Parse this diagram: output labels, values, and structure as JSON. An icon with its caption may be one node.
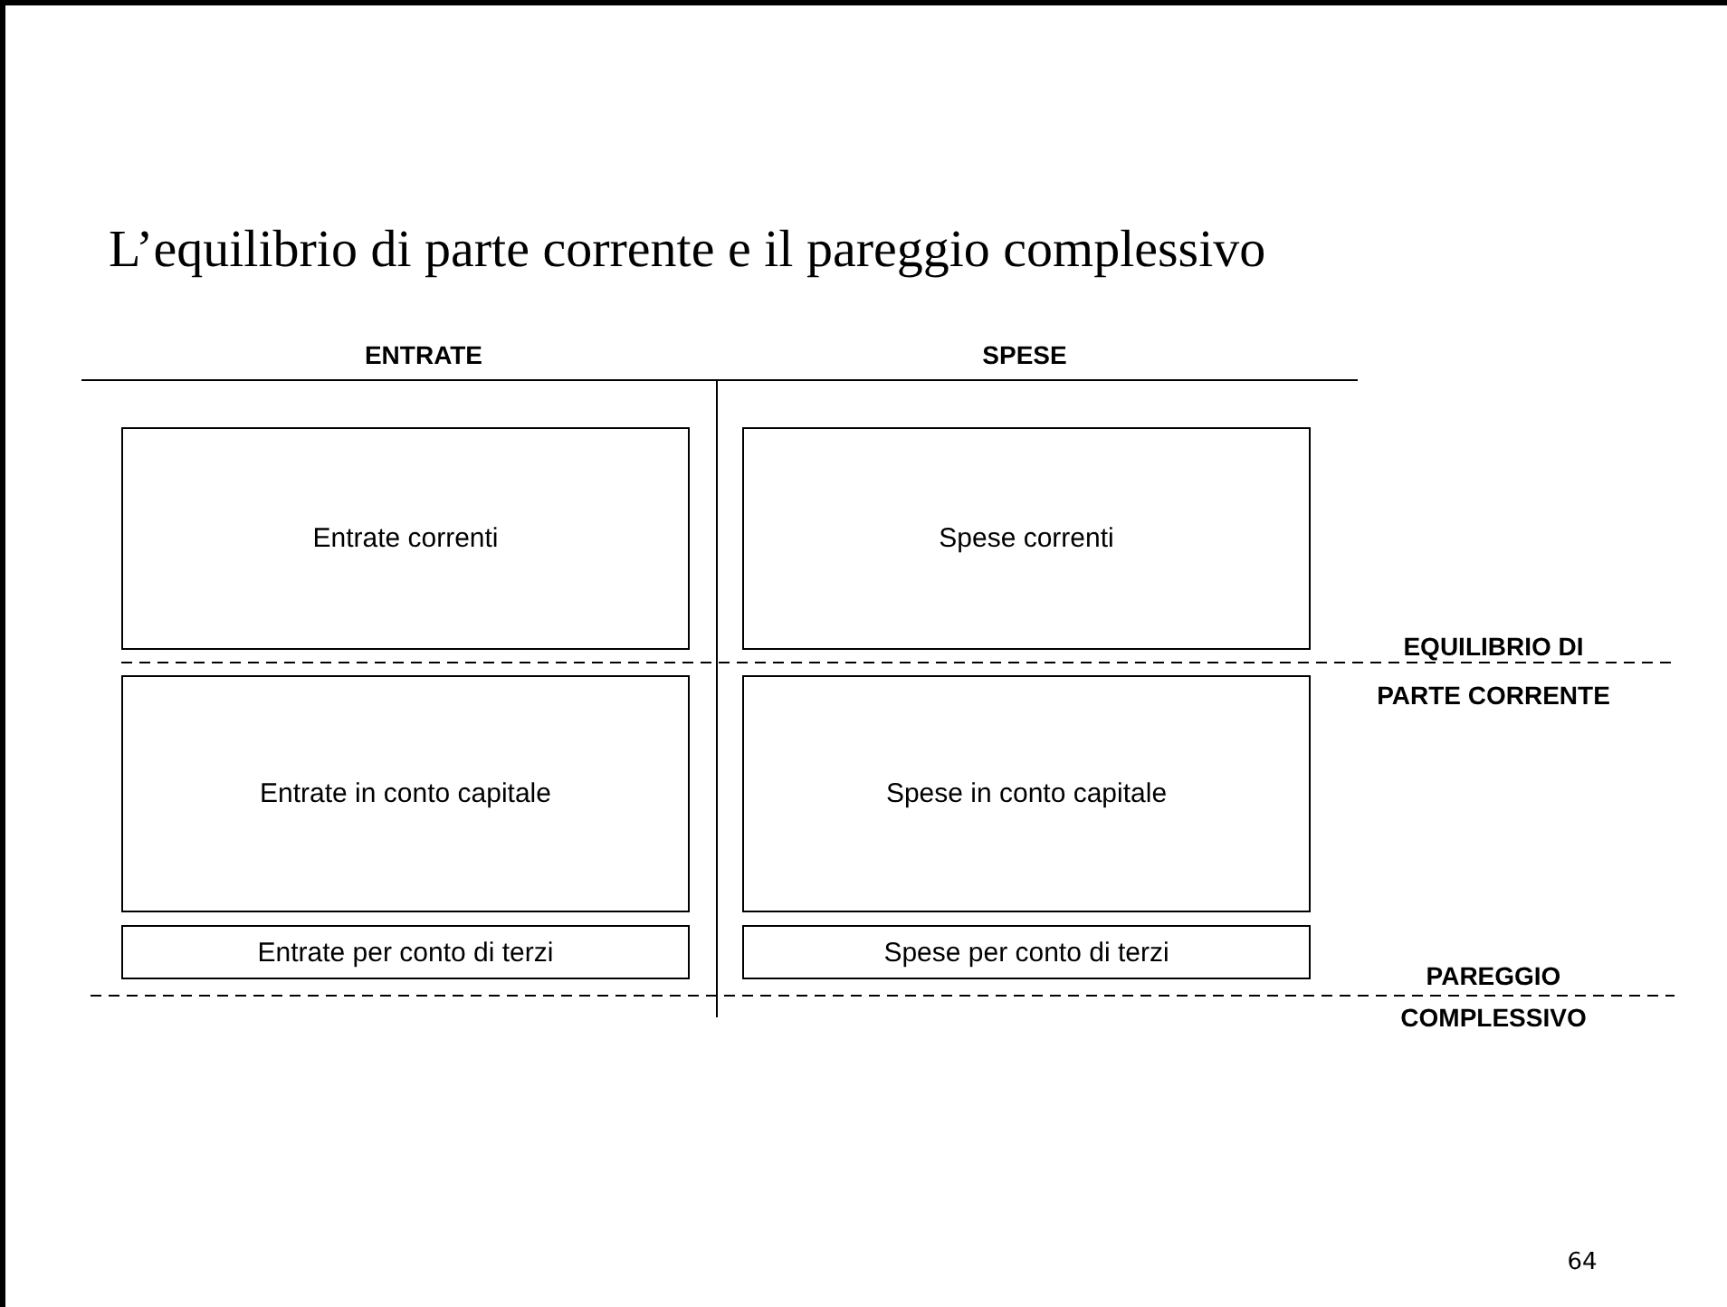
{
  "diagram": {
    "title": "L’equilibrio di parte corrente e il pareggio complessivo",
    "nodes": [
      {
        "text": [
          "Entrate correnti"
        ]
      },
      {
        "text": [
          "Spese correnti"
        ]
      },
      {
        "text": [
          "Entrate in conto capitale"
        ]
      },
      {
        "text": [
          "Spese in conto capitale"
        ]
      },
      {
        "text": [
          "Entrate per conto di terzi"
        ]
      },
      {
        "text": [
          "Spese per conto di terzi"
        ]
      }
    ],
    "edges": [],
    "labels": [
      "ENTRATE",
      "SPESE",
      "EQUILIBRIO DI PARTE CORRENTE",
      "PAREGGIO COMPLESSIVO",
      "64"
    ]
  }
}
